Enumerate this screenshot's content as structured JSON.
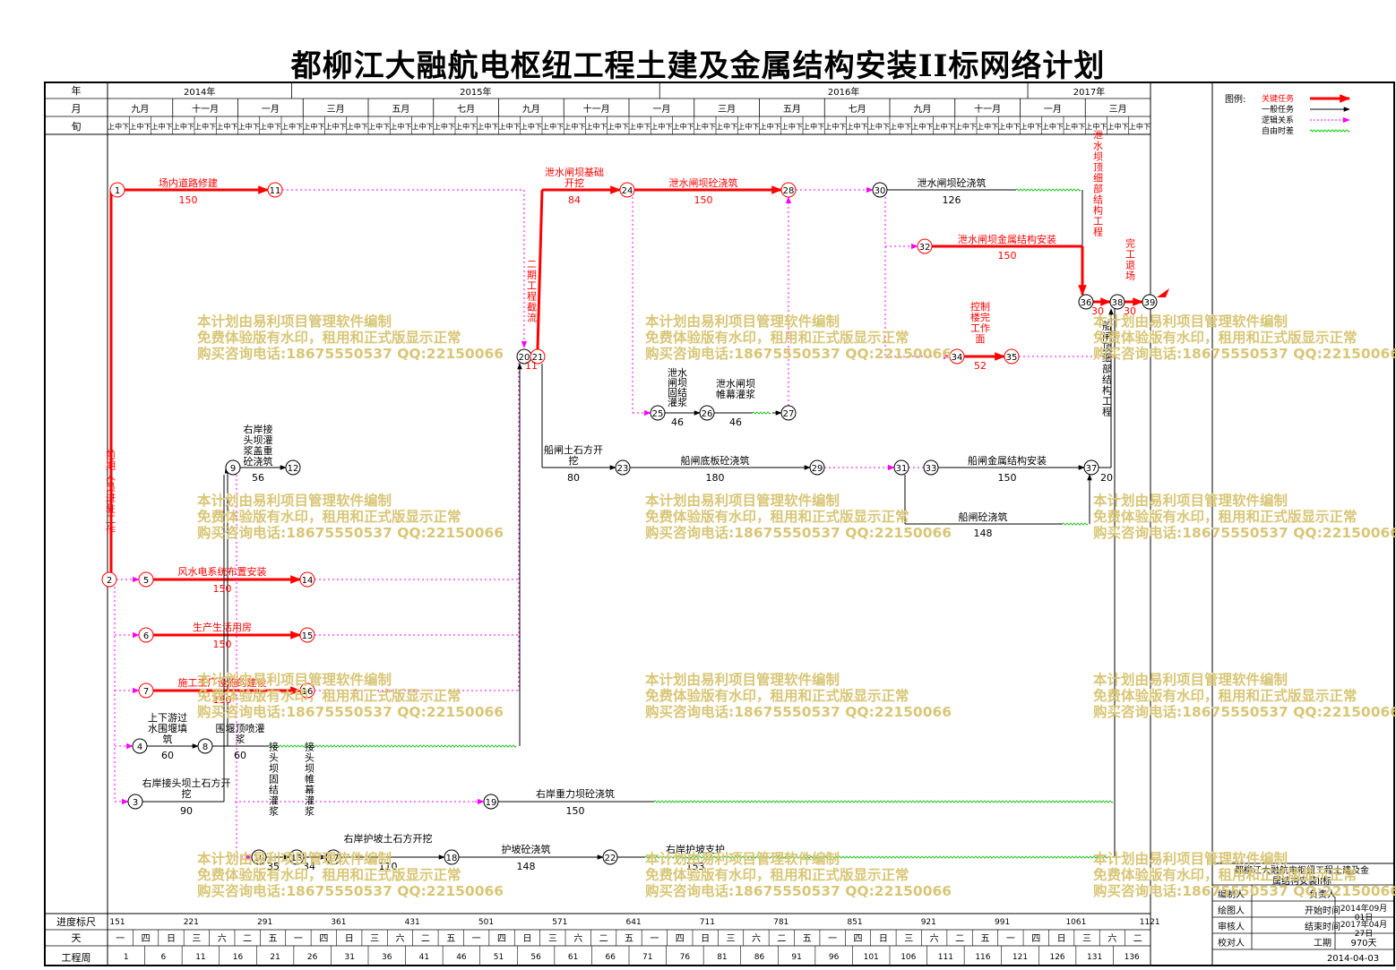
{
  "title": "都柳江大融航电枢纽工程土建及金属结构安装II标网络计划",
  "header_labels": {
    "year": "年",
    "month": "月",
    "xun": "旬"
  },
  "years": [
    {
      "label": "2014年",
      "from": 0,
      "to": 6
    },
    {
      "label": "2015年",
      "from": 6,
      "to": 18
    },
    {
      "label": "2016年",
      "from": 18,
      "to": 30
    },
    {
      "label": "2017年",
      "from": 30,
      "to": 34
    }
  ],
  "months": [
    {
      "label": "九月",
      "from": 0,
      "to": 3
    },
    {
      "label": "十一月",
      "from": 3,
      "to": 6
    },
    {
      "label": "一月",
      "from": 6,
      "to": 9
    },
    {
      "label": "三月",
      "from": 9,
      "to": 12
    },
    {
      "label": "五月",
      "from": 12,
      "to": 15
    },
    {
      "label": "七月",
      "from": 15,
      "to": 18
    },
    {
      "label": "九月",
      "from": 18,
      "to": 21
    },
    {
      "label": "十一月",
      "from": 21,
      "to": 24
    },
    {
      "label": "一月",
      "from": 24,
      "to": 27
    },
    {
      "label": "三月",
      "from": 27,
      "to": 30
    },
    {
      "label": "五月",
      "from": 30,
      "to": 33
    },
    {
      "label": "七月",
      "from": 33,
      "to": 36
    },
    {
      "label": "九月",
      "from": 36,
      "to": 39
    },
    {
      "label": "十一月",
      "from": 39,
      "to": 42
    },
    {
      "label": "一月",
      "from": 42,
      "to": 45
    },
    {
      "label": "三月",
      "from": 45,
      "to": 48
    }
  ],
  "xun_labels": [
    "上",
    "中",
    "下"
  ],
  "legend": {
    "title": "图例:",
    "items": [
      {
        "label": "关键任务",
        "color": "#ff0000",
        "style": "thick"
      },
      {
        "label": "一般任务",
        "color": "#000000",
        "style": "solid"
      },
      {
        "label": "逻辑关系",
        "color": "#ff00ff",
        "style": "dotted"
      },
      {
        "label": "自由时差",
        "color": "#00cc00",
        "style": "wavy"
      }
    ]
  },
  "chart_data": {
    "type": "network",
    "nodes": [
      {
        "id": "1",
        "day": 0,
        "row": 1,
        "color": "red"
      },
      {
        "id": "2",
        "day": 0,
        "row": 14,
        "color": "red"
      },
      {
        "id": "3",
        "day": 5,
        "row": 23,
        "color": "black"
      },
      {
        "id": "4",
        "day": 5,
        "row": 21,
        "color": "black"
      },
      {
        "id": "5",
        "day": 7,
        "row": 15,
        "color": "red"
      },
      {
        "id": "6",
        "day": 7,
        "row": 17,
        "color": "red"
      },
      {
        "id": "7",
        "day": 7,
        "row": 19,
        "color": "red"
      },
      {
        "id": "8",
        "day": 65,
        "row": 21,
        "color": "black"
      },
      {
        "id": "9",
        "day": 125,
        "row": 10,
        "color": "black"
      },
      {
        "id": "10",
        "day": 156,
        "row": 25,
        "color": "black"
      },
      {
        "id": "11",
        "day": 157,
        "row": 1,
        "color": "red"
      },
      {
        "id": "12",
        "day": 181,
        "row": 10,
        "color": "black"
      },
      {
        "id": "13",
        "day": 191,
        "row": 25,
        "color": "black"
      },
      {
        "id": "14",
        "day": 199,
        "row": 15,
        "color": "red"
      },
      {
        "id": "15",
        "day": 199,
        "row": 17,
        "color": "red"
      },
      {
        "id": "16",
        "day": 199,
        "row": 19,
        "color": "red"
      },
      {
        "id": "17",
        "day": 225,
        "row": 25,
        "color": "black"
      },
      {
        "id": "18",
        "day": 340,
        "row": 25,
        "color": "black"
      },
      {
        "id": "19",
        "day": 375,
        "row": 23,
        "color": "black"
      },
      {
        "id": "20",
        "day": 433,
        "row": 6,
        "color": "black"
      },
      {
        "id": "21",
        "day": 444,
        "row": 6,
        "color": "red"
      },
      {
        "id": "22",
        "day": 488,
        "row": 25,
        "color": "black"
      },
      {
        "id": "23",
        "day": 524,
        "row": 11,
        "color": "black"
      },
      {
        "id": "24",
        "day": 528,
        "row": 1,
        "color": "red"
      },
      {
        "id": "25",
        "day": 574,
        "row": 8,
        "color": "black"
      },
      {
        "id": "26",
        "day": 620,
        "row": 8,
        "color": "black"
      },
      {
        "id": "27",
        "day": 666,
        "row": 8,
        "color": "black"
      },
      {
        "id": "28",
        "day": 678,
        "row": 1,
        "color": "red"
      },
      {
        "id": "29",
        "day": 704,
        "row": 11,
        "color": "black"
      },
      {
        "id": "30",
        "day": 750,
        "row": 1,
        "color": "black"
      },
      {
        "id": "31",
        "day": 768,
        "row": 11,
        "color": "black"
      },
      {
        "id": "32",
        "day": 786,
        "row": 2,
        "color": "red"
      },
      {
        "id": "33",
        "day": 792,
        "row": 11,
        "color": "black"
      },
      {
        "id": "34",
        "day": 814,
        "row": 6,
        "color": "red"
      },
      {
        "id": "35",
        "day": 866,
        "row": 6,
        "color": "red"
      },
      {
        "id": "36",
        "day": 936,
        "row": 4,
        "color": "black"
      },
      {
        "id": "37",
        "day": 942,
        "row": 11,
        "color": "black"
      },
      {
        "id": "38",
        "day": 961,
        "row": 4,
        "color": "black"
      },
      {
        "id": "39",
        "day": 991,
        "row": 4,
        "color": "black"
      }
    ],
    "activities": [
      {
        "from": "1",
        "to": "11",
        "name": "场内道路修建",
        "dur": "150",
        "critical": true
      },
      {
        "from": "2",
        "to": "1",
        "name": "前期人员进驻工作",
        "dur": "",
        "critical": true,
        "vertical": true
      },
      {
        "from": "2",
        "to": "5",
        "name": "",
        "dur": "",
        "logic": true
      },
      {
        "from": "2",
        "to": "6",
        "name": "",
        "dur": "",
        "logic": true
      },
      {
        "from": "2",
        "to": "7",
        "name": "",
        "dur": "",
        "logic": true
      },
      {
        "from": "2",
        "to": "4",
        "name": "",
        "dur": "",
        "logic": true
      },
      {
        "from": "2",
        "to": "3",
        "name": "",
        "dur": "",
        "logic": true
      },
      {
        "from": "5",
        "to": "14",
        "name": "风水电系统布置安装",
        "dur": "150",
        "critical": true
      },
      {
        "from": "6",
        "to": "15",
        "name": "生产生活用房",
        "dur": "150",
        "critical": true
      },
      {
        "from": "7",
        "to": "16",
        "name": "施工工厂设施的建设",
        "dur": "150",
        "critical": true
      },
      {
        "from": "4",
        "to": "8",
        "name": "上下游过水围堰填筑",
        "dur": "60"
      },
      {
        "from": "8",
        "to": "9",
        "name": "围堰顶喷灌浆",
        "dur": "60"
      },
      {
        "from": "9",
        "to": "12",
        "name": "右岸接头坝灌浆盖重砼浇筑",
        "dur": "56"
      },
      {
        "from": "3",
        "to": "19",
        "name": "右岸接头坝土石方开挖",
        "dur": "90"
      },
      {
        "from": "10",
        "to": "13",
        "name": "接头坝固结灌浆",
        "dur": "35"
      },
      {
        "from": "13",
        "to": "17",
        "name": "接头坝帷幕灌浆",
        "dur": "34"
      },
      {
        "from": "17",
        "to": "18",
        "name": "右岸护坡土石方开挖",
        "dur": "110"
      },
      {
        "from": "18",
        "to": "22",
        "name": "护坡砼浇筑",
        "dur": "148"
      },
      {
        "from": "22",
        "to": "39",
        "name": "右岸护坡支护",
        "dur": "153"
      },
      {
        "from": "19",
        "to": "37",
        "name": "右岸重力坝砼浇筑",
        "dur": "150"
      },
      {
        "from": "20",
        "to": "21",
        "name": "二期工程截流",
        "dur": "11",
        "critical": true
      },
      {
        "from": "21",
        "to": "24",
        "name": "泄水闸坝基础开挖",
        "dur": "84",
        "critical": true
      },
      {
        "from": "24",
        "to": "28",
        "name": "泄水闸坝砼浇筑",
        "dur": "150",
        "critical": true
      },
      {
        "from": "30",
        "to": "36",
        "name": "泄水闸坝砼浇筑",
        "dur": "126"
      },
      {
        "from": "32",
        "to": "36",
        "name": "泄水闸坝金属结构安装",
        "dur": "150",
        "critical": true
      },
      {
        "from": "36",
        "to": "38",
        "name": "泄水坝顶细部结构工程",
        "dur": "30",
        "critical": true
      },
      {
        "from": "38",
        "to": "39",
        "name": "完工退场",
        "dur": "30",
        "critical": true
      },
      {
        "from": "34",
        "to": "35",
        "name": "控制楼完工作面",
        "dur": "52",
        "critical": true
      },
      {
        "from": "25",
        "to": "26",
        "name": "泄水闸坝固结灌浆",
        "dur": "46"
      },
      {
        "from": "26",
        "to": "27",
        "name": "泄水闸坝帷幕灌浆",
        "dur": "46"
      },
      {
        "from": "21",
        "to": "23",
        "name": "船闸土石方开挖",
        "dur": "80"
      },
      {
        "from": "23",
        "to": "29",
        "name": "船闸底板砼浇筑",
        "dur": "180"
      },
      {
        "from": "33",
        "to": "37",
        "name": "船闸金属结构安装",
        "dur": "150"
      },
      {
        "from": "31",
        "to": "37",
        "name": "船闸砼浇筑",
        "dur": "148"
      },
      {
        "from": "37",
        "to": "38",
        "name": "船闸顶细部结构工程",
        "dur": "20"
      }
    ]
  },
  "scale_row": {
    "label": "进度标尺",
    "values": [
      "151",
      "221",
      "291",
      "361",
      "431",
      "501",
      "571",
      "641",
      "711",
      "781",
      "851",
      "921",
      "991",
      "1061",
      "1121"
    ]
  },
  "day_row": {
    "label": "天",
    "values": [
      "一",
      "四",
      "日",
      "三",
      "六",
      "二",
      "五",
      "一",
      "四",
      "日",
      "三",
      "六",
      "二",
      "五",
      "一",
      "四",
      "日",
      "三",
      "六",
      "二",
      "五",
      "一",
      "四",
      "日",
      "三",
      "六",
      "二",
      "五",
      "一",
      "四",
      "日",
      "三",
      "六",
      "二",
      "五",
      "一",
      "四",
      "日",
      "三",
      "六",
      "二"
    ]
  },
  "week_row": {
    "label": "工程周",
    "values": [
      "1",
      "6",
      "11",
      "16",
      "21",
      "26",
      "31",
      "36",
      "41",
      "46",
      "51",
      "56",
      "61",
      "66",
      "71",
      "76",
      "81",
      "86",
      "91",
      "96",
      "101",
      "106",
      "111",
      "116",
      "121",
      "126",
      "131",
      "136"
    ]
  },
  "watermark": [
    "本计划由易利项目管理软件编制",
    "免费体验版有水印，租用和正式版显示正常",
    "购买咨询电话:18675550537 QQ:22150066"
  ],
  "info_box": {
    "project": "都柳江大融航电枢纽工程土建及金属结构安装II标",
    "rows": [
      {
        "label": "编制人",
        "value": "负责人"
      },
      {
        "label": "绘图人",
        "value": "开始时间",
        "extra": "2014年09月01日"
      },
      {
        "label": "审核人",
        "value": "结束时间",
        "extra": "2017年04月27日"
      },
      {
        "label": "校对人",
        "value": "工期",
        "extra": "970天"
      }
    ],
    "date": "2014-04-03"
  }
}
